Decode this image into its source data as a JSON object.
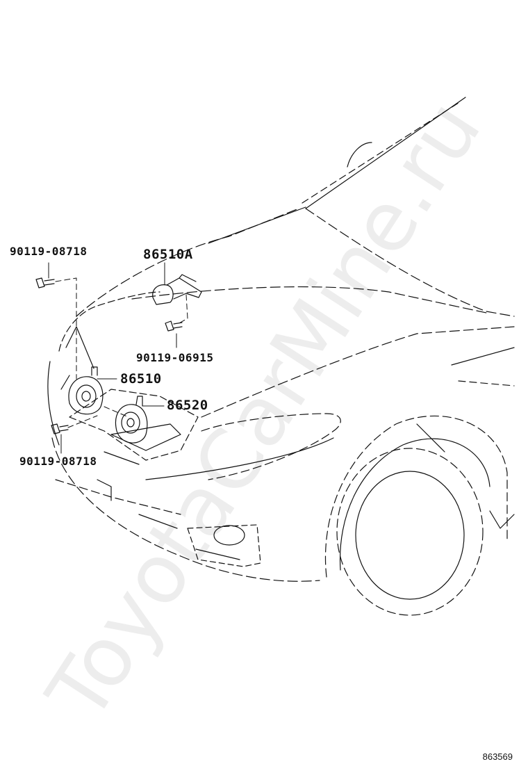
{
  "diagram": {
    "parts": {
      "bolt_top_left": "90119-08718",
      "horn_bracket": "86510A",
      "bolt_bracket": "90119-06915",
      "horn_high": "86510",
      "horn_low": "86520",
      "bolt_bottom_left": "90119-08718"
    },
    "drawing_code": "863569",
    "watermark": "ToyotaCarMine.ru"
  },
  "colors": {
    "line": "#111111",
    "background": "#ffffff"
  }
}
